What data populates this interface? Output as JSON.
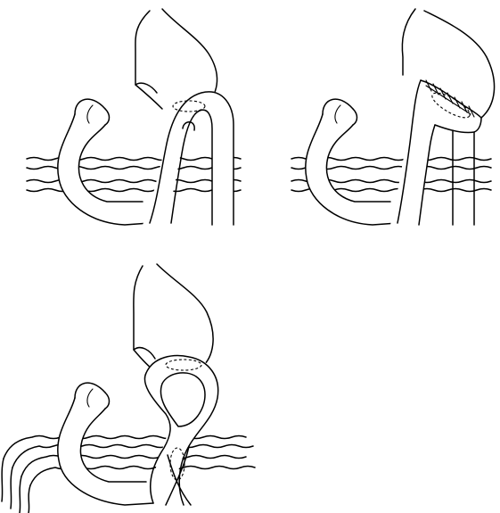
{
  "figure": {
    "panels": [
      {
        "id": "panel-1"
      },
      {
        "id": "panel-2"
      },
      {
        "id": "panel-3"
      }
    ]
  }
}
